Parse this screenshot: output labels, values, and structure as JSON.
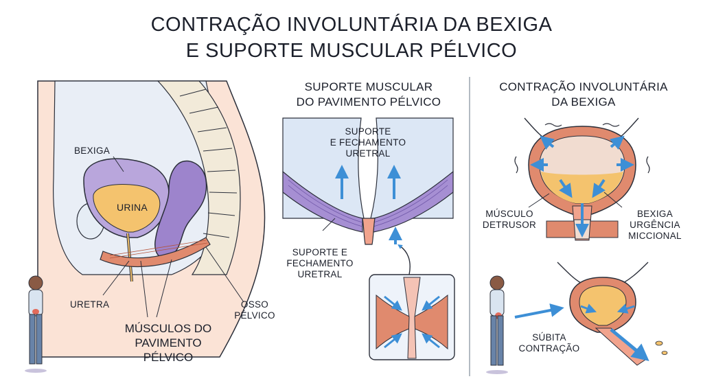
{
  "title": {
    "line1": "CONTRAÇÃO INVOLUNTÁRIA DA BEXIGA",
    "line2": "E SUPORTE MUSCULAR PÉLVICO"
  },
  "left_panel": {
    "bexiga": "BEXIGA",
    "urina": "URINA",
    "uretra": "URETRA",
    "musculos": [
      "MÚSCULOS DO",
      "PAVIMENTO PÉLVICO"
    ],
    "osso": [
      "OSSO",
      "PÉLVICO"
    ]
  },
  "middle_panel": {
    "heading": [
      "SUPORTE MUSCULAR",
      "DO PAVIMENTO PÉLVICO"
    ],
    "support_top": [
      "SUPORTE",
      "E FECHAMENTO",
      "URETRAL"
    ],
    "support_left": [
      "SUPORTE E",
      "FECHAMENTO",
      "URETRAL"
    ]
  },
  "right_panel": {
    "heading": [
      "CONTRAÇÃO INVOLUNTÁRIA",
      "DA BEXIGA"
    ],
    "detrusor": [
      "MÚSCULO",
      "DETRUSOR"
    ],
    "urgency": [
      "BEXIGA",
      "URGÊNCIA",
      "MICCIONAL"
    ],
    "sudden": [
      "SÚBITA",
      "CONTRAÇÃO"
    ]
  },
  "colors": {
    "bladder_purple": "#b9a6dc",
    "urine": "#f4c36e",
    "muscle": "#e08a6e",
    "arrow_blue": "#3d8fd6",
    "divider": "#9aa3ad"
  }
}
